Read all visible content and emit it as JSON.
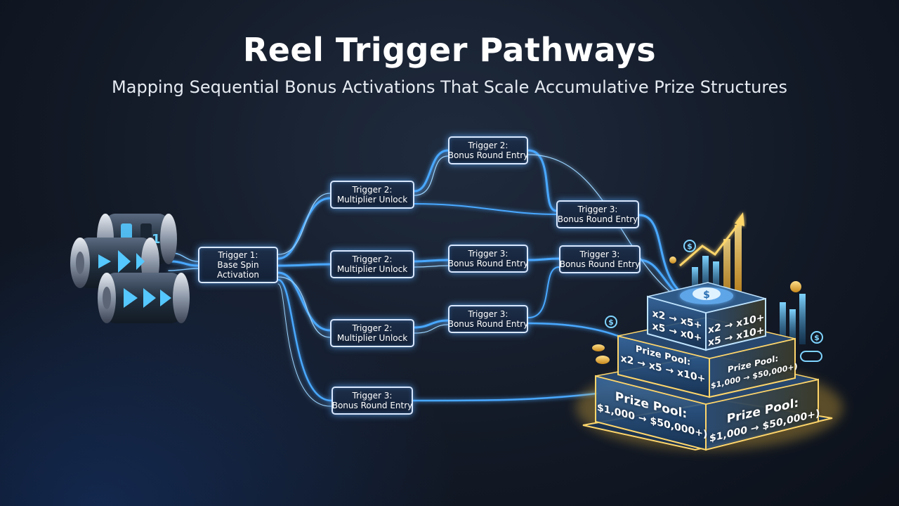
{
  "title": "Reel Trigger Pathways",
  "subtitle": "Mapping Sequential Bonus Activations That Scale Accumulative Prize Structures",
  "reel_symbols": [
    "1"
  ],
  "nodes": {
    "root": {
      "line1": "Trigger 1:",
      "line2": "Base Spin",
      "line3": "Activation"
    },
    "mid_top": {
      "line1": "Trigger 2:",
      "line2": "Multiplier Unlock"
    },
    "mid_center": {
      "line1": "Trigger 2:",
      "line2": "Multiplier Unlock"
    },
    "mid_lower": {
      "line1": "Trigger 2:",
      "line2": "Multiplier Unlock"
    },
    "bottom": {
      "line1": "Trigger 3:",
      "line2": "Bonus Round Entry"
    },
    "top": {
      "line1": "Trigger 2:",
      "line2": "Bonus Round Entry"
    },
    "center_right": {
      "line1": "Trigger 3:",
      "line2": "Bonus Round Entry"
    },
    "lower_right": {
      "line1": "Trigger 3:",
      "line2": "Bonus Round Entry"
    },
    "far_upper": {
      "line1": "Trigger 3:",
      "line2": "Bonus Round Entry"
    },
    "far_center": {
      "line1": "Trigger 3:",
      "line2": "Bonus Round Entry"
    }
  },
  "pyramid": {
    "top_front_1": "x2 → x5+",
    "top_front_2": "x5 → x0+",
    "top_side_1": "x2 → x10+",
    "top_side_2": "x5 → x10+",
    "mid_front_title": "Prize Pool:",
    "mid_front_value": "x2 → x5 → x10+",
    "mid_side_title": "Prize Pool:",
    "mid_side_value": "$1,000 → $50,000+)",
    "base_front_title": "Prize Pool:",
    "base_front_value": "$1,000 → $50,000+)",
    "base_side_title": "Prize Pool:",
    "base_side_value": "$1,000 → $50,000+)",
    "coin_symbol": "$"
  },
  "colors": {
    "flow": "#4aa8ff",
    "flow_core": "#bfe4ff",
    "gold": "#f3c34a",
    "glass": "#9fd0ff"
  }
}
